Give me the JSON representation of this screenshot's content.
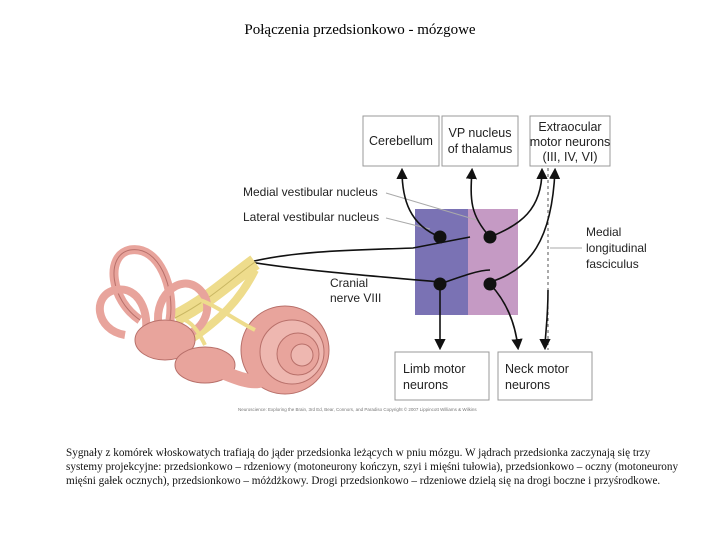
{
  "title": "Połączenia przedsionkowo - mózgowe",
  "diagram": {
    "boxes": {
      "cerebellum": "Cerebellum",
      "vp_nucleus": [
        "VP nucleus",
        "of thalamus"
      ],
      "extraocular": [
        "Extraocular",
        "motor neurons",
        "(III, IV, VI)"
      ],
      "limb_motor": [
        "Limb motor",
        "neurons"
      ],
      "neck_motor": [
        "Neck motor",
        "neurons"
      ]
    },
    "labels": {
      "medial_vestibular": "Medial vestibular nucleus",
      "lateral_vestibular": "Lateral vestibular nucleus",
      "cranial_nerve": [
        "Cranial",
        "nerve VIII"
      ],
      "mlf": [
        "Medial",
        "longitudinal",
        "fasciculus"
      ]
    },
    "credit": "Neuroscience: Exploring the Brain, 3rd Ed, Bear, Connors, and Paradiso Copyright © 2007 Lippincott Williams & Wilkins",
    "colors": {
      "lateral_nucleus": "#7a72b4",
      "medial_nucleus": "#c59ac4",
      "inner_ear": "#e8a49c",
      "nerve": "#eedc8c"
    }
  },
  "caption": "Sygnały z komórek włoskowatych trafiają do jąder przedsionka leżących w pniu mózgu. W jądrach przedsionka zaczynają się trzy systemy projekcyjne: przedsionkowo – rdzeniowy (motoneurony kończyn, szyi i mięśni tułowia), przedsionkowo – oczny (motoneurony mięśni gałek ocznych), przedsionkowo – móżdżkowy. Drogi przedsionkowo – rdzeniowe dzielą się na drogi boczne i przyśrodkowe."
}
